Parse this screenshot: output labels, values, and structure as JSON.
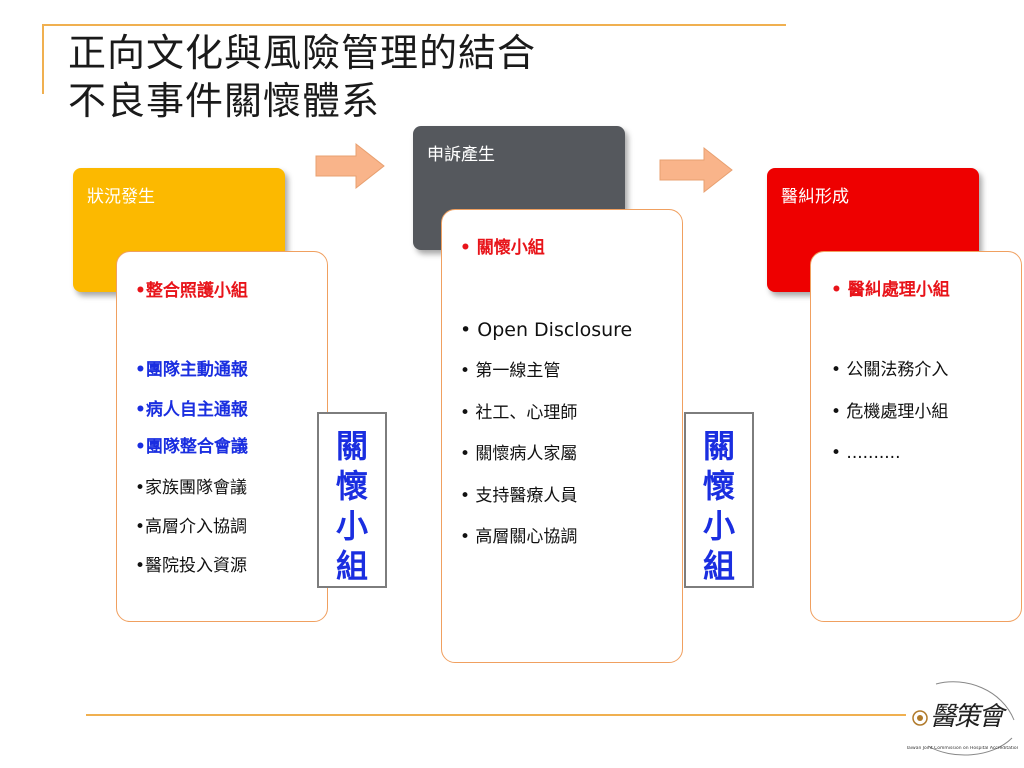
{
  "title": {
    "line1": "正向文化與風險管理的結合",
    "line2": "不良事件關懷體系"
  },
  "stages": [
    {
      "header": "狀況發生",
      "color": "#fcb900",
      "items": [
        {
          "text": "•整合照護小組",
          "style": "red"
        },
        {
          "text": "•團隊主動通報",
          "style": "blue"
        },
        {
          "text": "•病人自主通報",
          "style": "blue"
        },
        {
          "text": "•團隊整合會議",
          "style": "blue"
        },
        {
          "text": "•家族團隊會議",
          "style": "black"
        },
        {
          "text": "•高層介入協調",
          "style": "black"
        },
        {
          "text": "•醫院投入資源",
          "style": "black"
        }
      ]
    },
    {
      "header": "申訴產生",
      "color": "#55585d",
      "items": [
        {
          "text": "• 關懷小組",
          "style": "red"
        },
        {
          "text": "• Open Disclosure",
          "style": "black"
        },
        {
          "text": "• 第一線主管",
          "style": "black"
        },
        {
          "text": "• 社工、心理師",
          "style": "black"
        },
        {
          "text": "• 關懷病人家屬",
          "style": "black"
        },
        {
          "text": "• 支持醫療人員",
          "style": "black"
        },
        {
          "text": "• 高層關心協調",
          "style": "black"
        }
      ]
    },
    {
      "header": "醫糾形成",
      "color": "#ee0000",
      "items": [
        {
          "text": "• 醫糾處理小組",
          "style": "red"
        },
        {
          "text": "• 公關法務介入",
          "style": "black"
        },
        {
          "text": "• 危機處理小組",
          "style": "black"
        },
        {
          "text": "• ..........",
          "style": "black"
        }
      ]
    }
  ],
  "side_label_chars": [
    "關",
    "懷",
    "小",
    "組"
  ],
  "arrow_color": "#f9b48a",
  "logo": {
    "mark": "醫策會",
    "caption": "Taiwan Joint Commission on Hospital Accreditation"
  }
}
